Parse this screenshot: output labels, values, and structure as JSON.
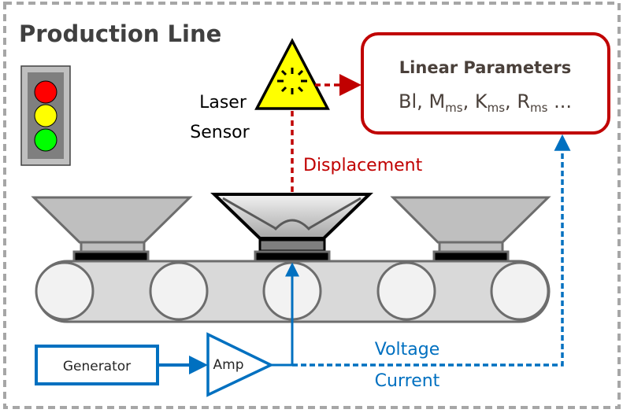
{
  "title": "Production Line",
  "laser_sensor": {
    "line1": "Laser",
    "line2": "Sensor",
    "icon": "laser-warning-icon"
  },
  "parameters_box": {
    "heading": "Linear Parameters",
    "items": [
      {
        "base": "Bl",
        "sub": ""
      },
      {
        "base": "M",
        "sub": "ms"
      },
      {
        "base": "K",
        "sub": "ms"
      },
      {
        "base": "R",
        "sub": "ms"
      }
    ],
    "ellipsis": "..."
  },
  "signals": {
    "displacement": "Displacement",
    "voltage": "Voltage",
    "current": "Current"
  },
  "generator_label": "Generator",
  "amp_label": "Amp",
  "traffic_light": {
    "lights": [
      "red",
      "yellow",
      "green"
    ]
  },
  "colors": {
    "red_accent": "#c00000",
    "blue_accent": "#0070c0",
    "frame_dash": "#a6a6a6",
    "title_text": "#404040",
    "param_text": "#4a403a",
    "laser_yellow": "#ffff00",
    "light_red": "#ff0000",
    "light_yellow": "#ffff00",
    "light_green": "#00ff00"
  }
}
